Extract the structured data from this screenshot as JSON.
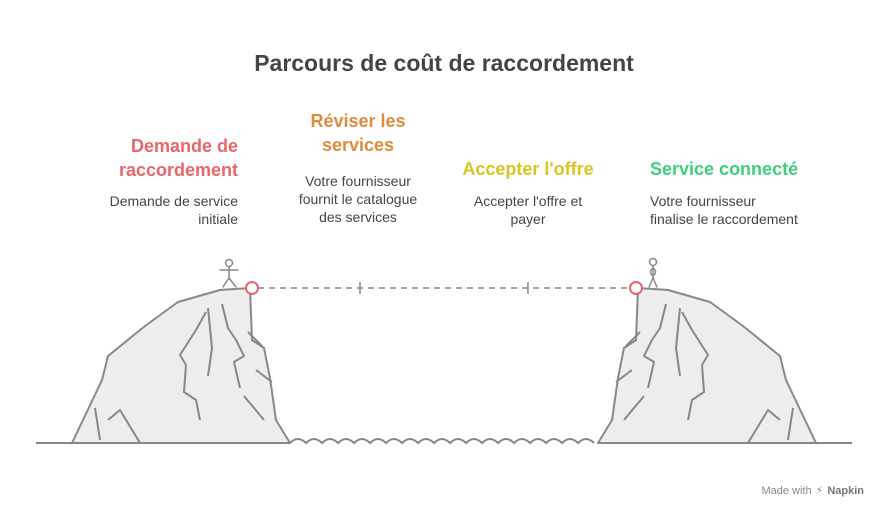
{
  "title": "Parcours de coût de raccordement",
  "steps": [
    {
      "title_line1": "Demande de",
      "title_line2": "raccordement",
      "desc_line1": "Demande de service",
      "desc_line2": "initiale",
      "color": "#e8666a"
    },
    {
      "title_line1": "Réviser les",
      "title_line2": "services",
      "desc_line1": "Votre fournisseur",
      "desc_line2": "fournit le catalogue",
      "desc_line3": "des services",
      "color": "#e08a3c"
    },
    {
      "title_line1": "Accepter l'offre",
      "desc_line1": "Accepter l'offre et",
      "desc_line2": "payer",
      "color": "#d9c520"
    },
    {
      "title_line1": "Service connecté",
      "desc_line1": "Votre fournisseur",
      "desc_line2": "finalise le raccordement",
      "color": "#3ecf7a"
    }
  ],
  "watermark": {
    "prefix": "Made with",
    "brand": "Napkin"
  },
  "colors": {
    "line": "#888888",
    "rock_fill": "#ededed",
    "marker": "#e8666a"
  }
}
